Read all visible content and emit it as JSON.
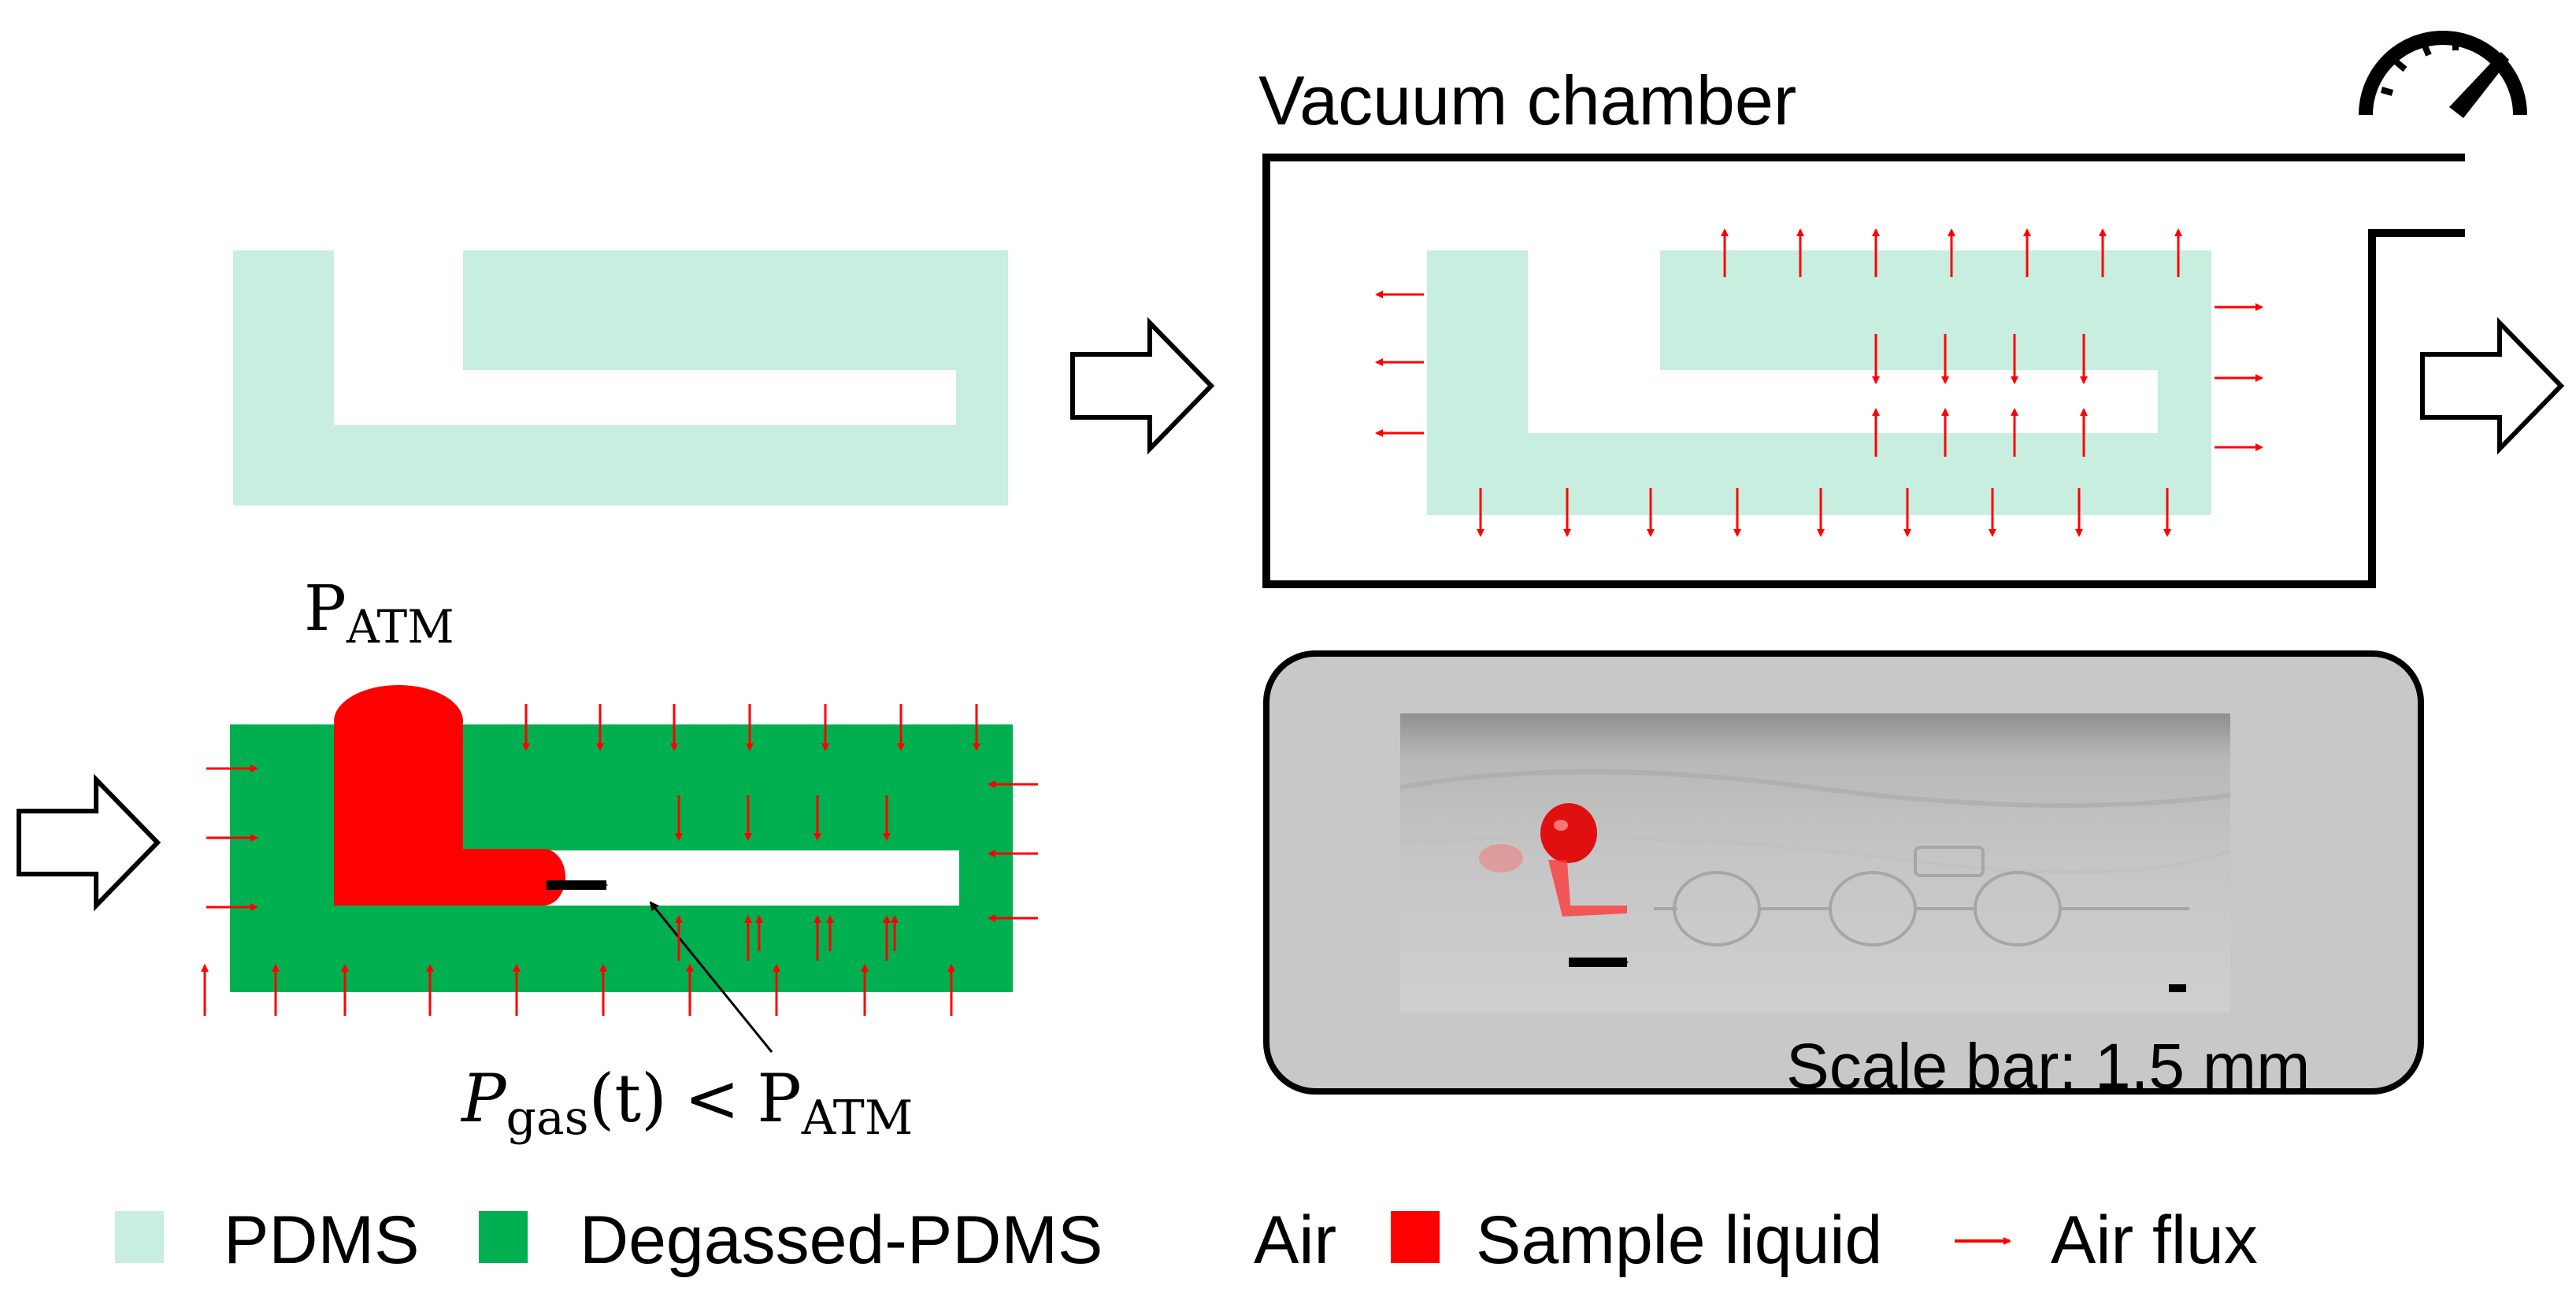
{
  "panels": {
    "vacuum": {
      "title": "Vacuum chamber"
    },
    "filling": {
      "p_atm": "P",
      "p_atm_sub": "ATM",
      "pgas_sym": "P",
      "pgas_sub": "gas",
      "pgas_arg": "(t)",
      "lt": "<",
      "rhs": "P",
      "rhs_sub": "ATM"
    },
    "photo": {
      "scale_label": "Scale bar: 1.5 mm"
    }
  },
  "legend": {
    "items": [
      {
        "label": "PDMS",
        "color": "#c8eee0"
      },
      {
        "label": "Degassed-PDMS",
        "color": "#00b050"
      },
      {
        "label": "Air",
        "color": "#ffffff"
      },
      {
        "label": "Sample liquid",
        "color": "#ff0000"
      },
      {
        "label": "Air flux",
        "color": "#ff0000"
      }
    ]
  },
  "colors": {
    "pdms": "#c8eee0",
    "degassed": "#00b050",
    "liquid": "#ff0000",
    "flux": "#ff0000",
    "panel_bg": "#c8c8c8"
  }
}
